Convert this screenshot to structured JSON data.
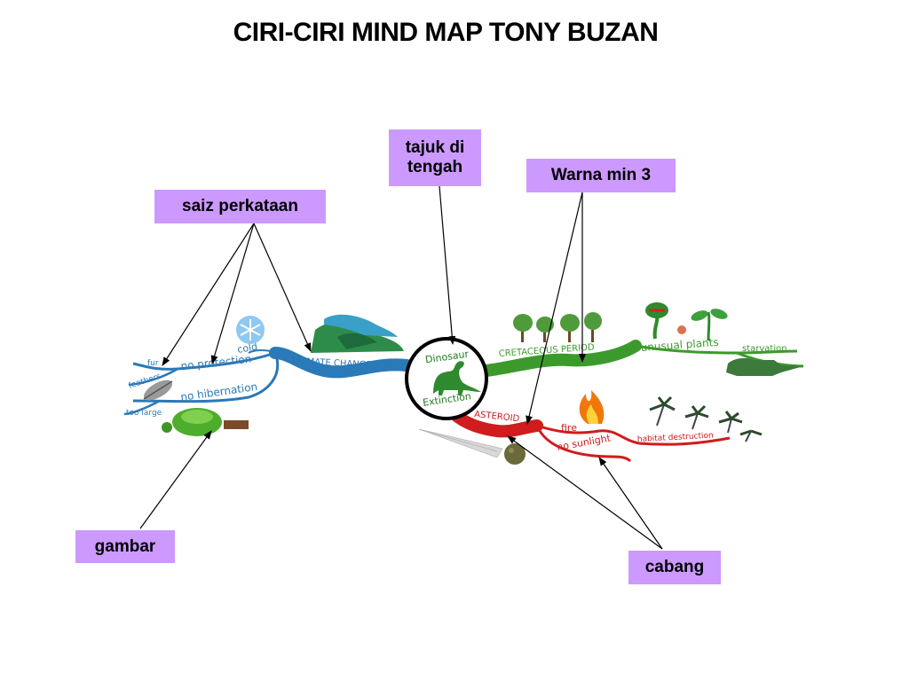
{
  "title": "CIRI-CIRI MIND MAP TONY BUZAN",
  "annotations": {
    "center_topic": "tajuk di tengah",
    "colors": "Warna min 3",
    "word_size": "saiz perkataan",
    "picture": "gambar",
    "branch": "cabang"
  },
  "mindmap": {
    "center": {
      "line1": "Dinosaur",
      "line2": "Extinction"
    },
    "branches": {
      "climate": {
        "label": "CLIMATE CHANGE",
        "color": "#2a79b8",
        "sub": {
          "cold": "cold",
          "fur": "fur",
          "feathers": "feathers",
          "too_large": "too large",
          "no_protection": "no protection",
          "no_hibernation": "no hibernation"
        }
      },
      "cretaceous": {
        "label": "CRETACEOUS PERIOD",
        "color": "#3c9a2c",
        "sub": {
          "unusual_plants": "unusual plants",
          "starvation": "starvation"
        }
      },
      "asteroid": {
        "label": "ASTEROID",
        "color": "#d01c1c",
        "sub": {
          "fire": "fire",
          "no_sunlight": "no sunlight",
          "habitat_destruction": "habitat destruction"
        }
      }
    }
  }
}
